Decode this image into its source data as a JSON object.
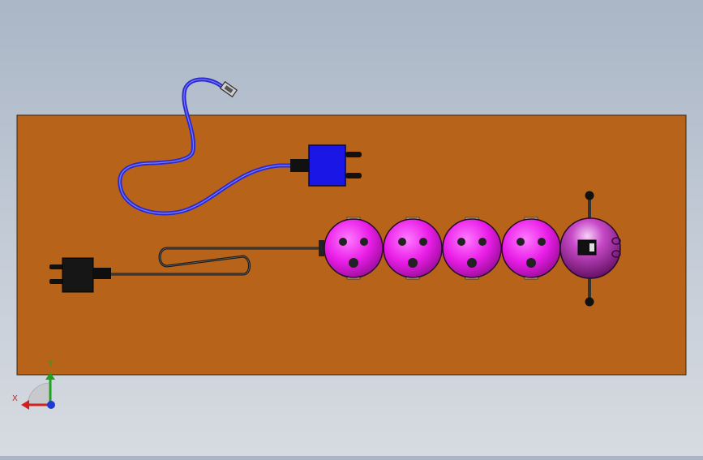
{
  "viewport": {
    "background_top": "#aab6c6",
    "background_bottom": "#d7dbe1"
  },
  "scene": {
    "board_color": "#b8631a",
    "socket_color": "#e81ee8",
    "switch_housing_color": "#b625b6",
    "adapter_color": "#1a16e6",
    "blue_cable_color": "#2a2ad0",
    "black_cable_color": "#1a1a1a",
    "socket_count": 4
  },
  "triad": {
    "x_label": "X",
    "y_label": "Y",
    "x_color": "#d21f1f",
    "y_color": "#22a022",
    "z_color": "#1f3bd2"
  }
}
